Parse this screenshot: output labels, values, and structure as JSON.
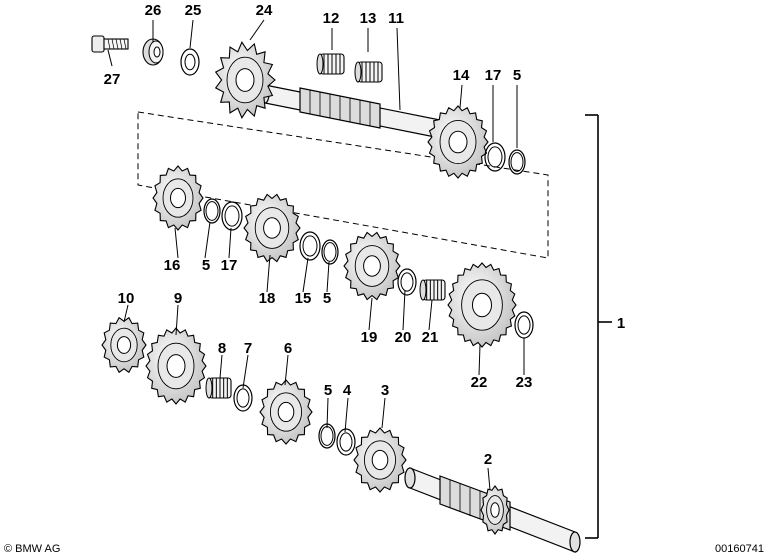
{
  "diagram": {
    "callouts": [
      "1",
      "2",
      "3",
      "4",
      "5",
      "6",
      "7",
      "8",
      "9",
      "10",
      "11",
      "12",
      "13",
      "14",
      "15",
      "16",
      "17",
      "18",
      "19",
      "20",
      "21",
      "22",
      "23",
      "24",
      "25",
      "26",
      "27"
    ],
    "copyright": "© BMW AG",
    "drawing_number": "00160741"
  }
}
